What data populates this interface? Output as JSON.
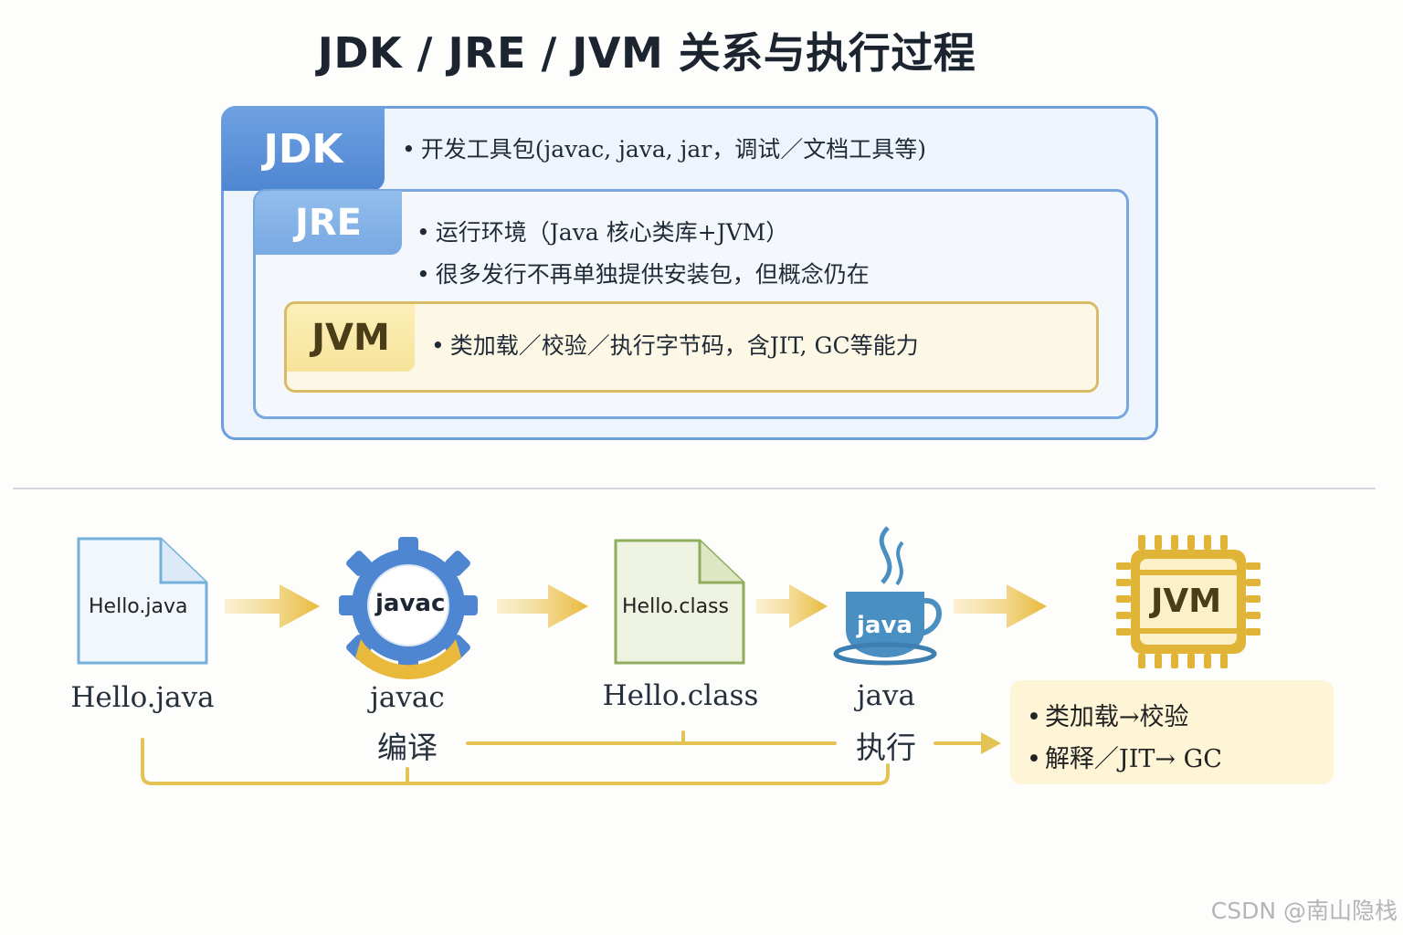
{
  "title": "JDK / JRE / JVM 关系与执行过程",
  "layers": {
    "jdk": {
      "label": "JDK",
      "bullets": [
        "开发工具包(javac, java, jar，调试／文档工具等)"
      ]
    },
    "jre": {
      "label": "JRE",
      "bullets": [
        "运行环境（Java 核心类库+JVM）",
        "很多发行不再单独提供安装包，但概念仍在"
      ]
    },
    "jvm": {
      "label": "JVM",
      "bullets": [
        "类加载／校验／执行字节码，含JIT, GC等能力"
      ]
    }
  },
  "flow": {
    "steps": [
      {
        "icon": "document-icon",
        "icon_text": "Hello.java",
        "label": "Hello.java"
      },
      {
        "icon": "gear-icon",
        "icon_text": "javac",
        "label": "javac",
        "sublabel": "编译"
      },
      {
        "icon": "document-icon",
        "icon_text": "Hello.class",
        "label": "Hello.class"
      },
      {
        "icon": "coffee-cup-icon",
        "icon_text": "java",
        "label": "java",
        "sublabel": "执行"
      },
      {
        "icon": "chip-icon",
        "icon_text": "JVM"
      }
    ],
    "notes": [
      "类加载→校验",
      "解释／JIT→ GC"
    ]
  },
  "colors": {
    "jdk_blue": "#4f86d2",
    "jre_blue": "#79a9e3",
    "jvm_gold": "#d9bb67",
    "arrow_gold": "#e8b93a",
    "class_green": "#8fad5c"
  },
  "watermark": "CSDN @南山隐栈"
}
